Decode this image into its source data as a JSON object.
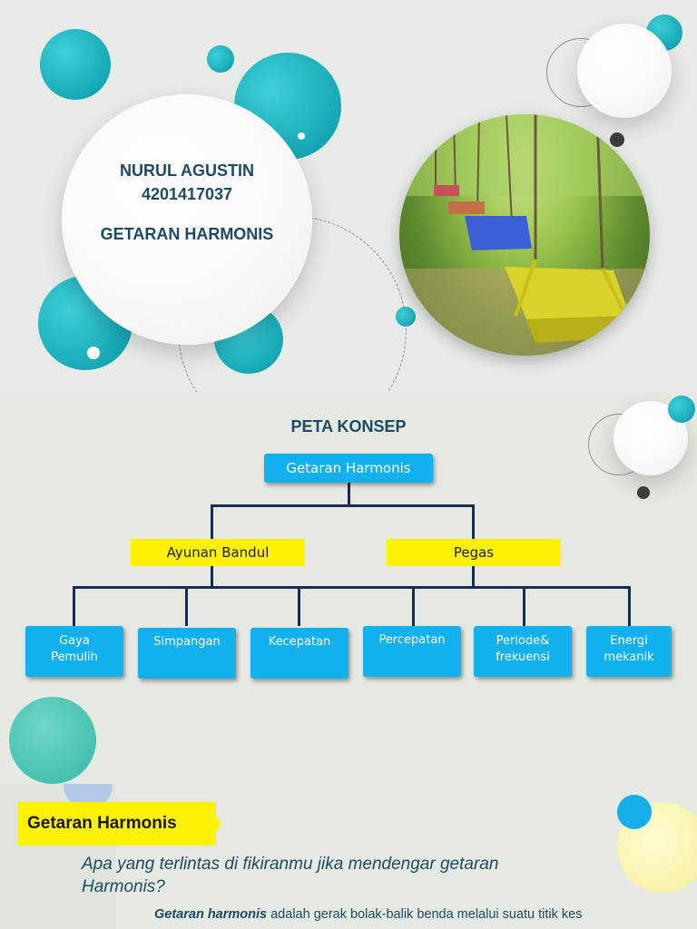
{
  "slide1": {
    "author_name": "NURUL AGUSTIN",
    "student_id": "4201417037",
    "title": "GETARAN HARMONIS",
    "photo_alt": "swing-photo"
  },
  "slide2": {
    "heading": "PETA KONSEP",
    "root": "Getaran Harmonis",
    "branches": [
      "Ayunan Bandul",
      "Pegas"
    ],
    "leaves": [
      "Gaya Pemulih",
      "Simpangan",
      "Kecepatan",
      "Percepatan",
      "Periode& frekuensi",
      "Energi mekanik"
    ]
  },
  "slide3": {
    "tag": "Getaran Harmonis",
    "question": "Apa yang terlintas di fikiranmu jika mendengar getaran Harmonis?",
    "definition_term": "Getaran harmonis",
    "definition_rest": " adalah gerak bolak-balik benda melalui suatu titik kes"
  },
  "colors": {
    "teal": "#16a9b6",
    "box_blue": "#12b0ef",
    "yellow": "#fff200",
    "title_navy": "#1f4a66"
  }
}
